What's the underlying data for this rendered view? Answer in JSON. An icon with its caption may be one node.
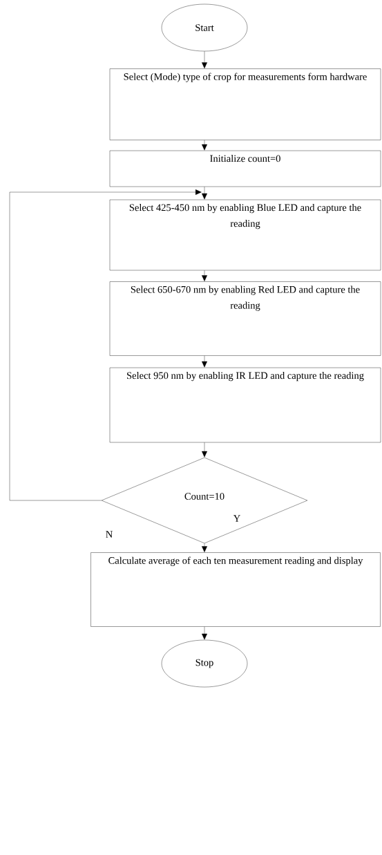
{
  "diagram": {
    "nodes": [
      {
        "text": [
          "Start"
        ]
      },
      {
        "text": [
          "Select (Mode) type of crop for measurements form hardware"
        ]
      },
      {
        "text": [
          "Initialize count=0"
        ]
      },
      {
        "text": [
          "Select 425-450 nm by enabling Blue LED and capture the reading"
        ]
      },
      {
        "text": [
          "Select 650-670 nm by enabling Red LED and capture the reading"
        ]
      },
      {
        "text": [
          "Select 950 nm by enabling IR LED and capture the reading"
        ]
      },
      {
        "text": [
          "Count=10"
        ]
      },
      {
        "text": [
          "Calculate average of each ten measurement reading and display"
        ]
      },
      {
        "text": [
          "Stop"
        ]
      }
    ],
    "edges": [
      {
        "from": 0,
        "to": 1,
        "arrow": "to"
      },
      {
        "from": 1,
        "to": 2,
        "arrow": "to"
      },
      {
        "from": 2,
        "to": 3,
        "arrow": "to"
      },
      {
        "from": 3,
        "to": 4,
        "arrow": "to"
      },
      {
        "from": 4,
        "to": 5,
        "arrow": "to"
      },
      {
        "from": 5,
        "to": 6,
        "arrow": "to"
      },
      {
        "from": 6,
        "to": 7,
        "arrow": "to",
        "label": "Y"
      },
      {
        "from": 7,
        "to": 8,
        "arrow": "to"
      },
      {
        "from": 6,
        "to": 3,
        "arrow": "to",
        "label": "N"
      }
    ]
  }
}
